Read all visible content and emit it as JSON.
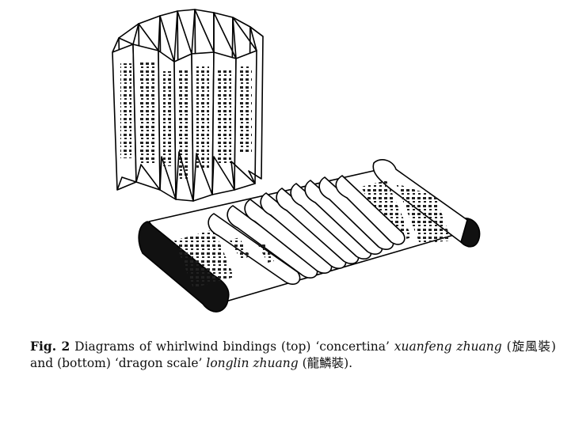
{
  "figure": {
    "illustration": "whirlwind-binding-diagrams"
  },
  "caption": {
    "label": "Fig. 2",
    "text_1": "Diagrams of whirlwind bindings (top) ‘concertina’ ",
    "term_1": "xuanfeng zhuang",
    "text_2": " (旋風裝) and (bottom) ‘dragon scale’ ",
    "term_2": "longlin zhuang",
    "text_3": " (龍鱗裝)."
  }
}
